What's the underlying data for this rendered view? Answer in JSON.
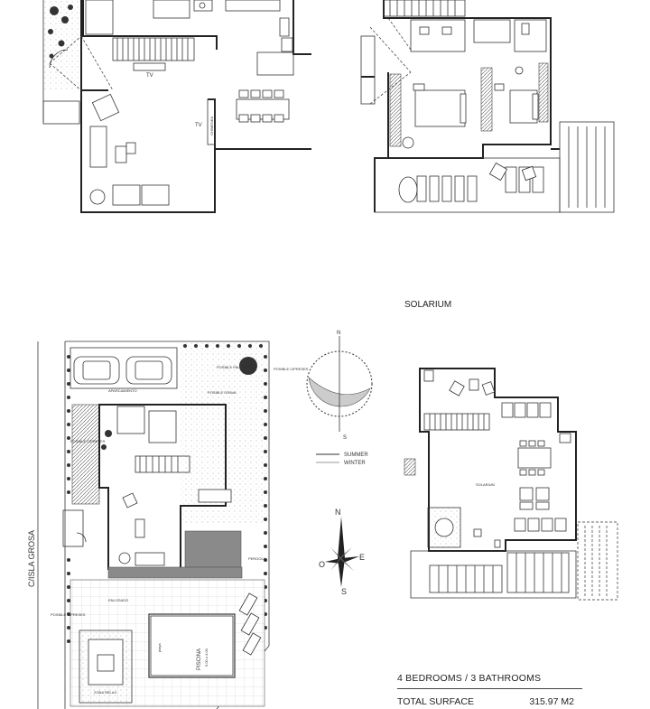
{
  "plans": {
    "solarium_title": "SOLARIUM",
    "ground_floor_tv": "TV",
    "ground_floor_tv_2": "TV",
    "chimney": "CHIMENEA",
    "site_tv": "TV"
  },
  "site": {
    "street": "C/ISLA GROSA",
    "palm": "POSIBLE PALMERAS",
    "cypress_top": "POSIBLE CIPRESES",
    "gravel": "POSIBLE GRAVA",
    "cypress_left": "POSIBLE CIPRESES",
    "pergola": "PERGOLA",
    "paving": "ENLOSADO",
    "cypress_bottom": "POSIBLE CIPRESES",
    "pool": "PISCINA",
    "pool_size": "9.00 x 4.00",
    "beach": "playa",
    "relax": "ZONA RELAX",
    "parking": "APARCAMIENTO"
  },
  "solarium_plan": {
    "label": "SOLARIUM"
  },
  "sun_diagram": {
    "north": "N",
    "south": "S",
    "summer": "SUMMER",
    "winter": "WINTER"
  },
  "compass": {
    "n": "N",
    "s": "S",
    "e": "E",
    "o": "O"
  },
  "summary": {
    "rooms": "4 BEDROOMS / 3 BATHROOMS",
    "surface_label": "TOTAL SURFACE",
    "surface_value": "315.97 M2"
  }
}
